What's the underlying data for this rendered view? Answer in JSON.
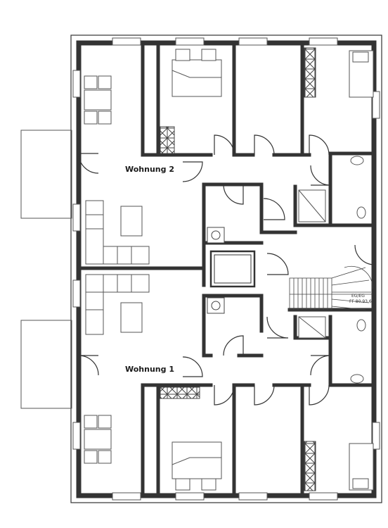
{
  "labels": {
    "unit_upper": "Wohnung 2",
    "unit_lower": "Wohnung 1",
    "stair_line1": "EG/EG",
    "stair_line2": "FF 80.93.6"
  },
  "colors": {
    "wall": "#333333",
    "line": "#555555",
    "background": "#ffffff"
  }
}
